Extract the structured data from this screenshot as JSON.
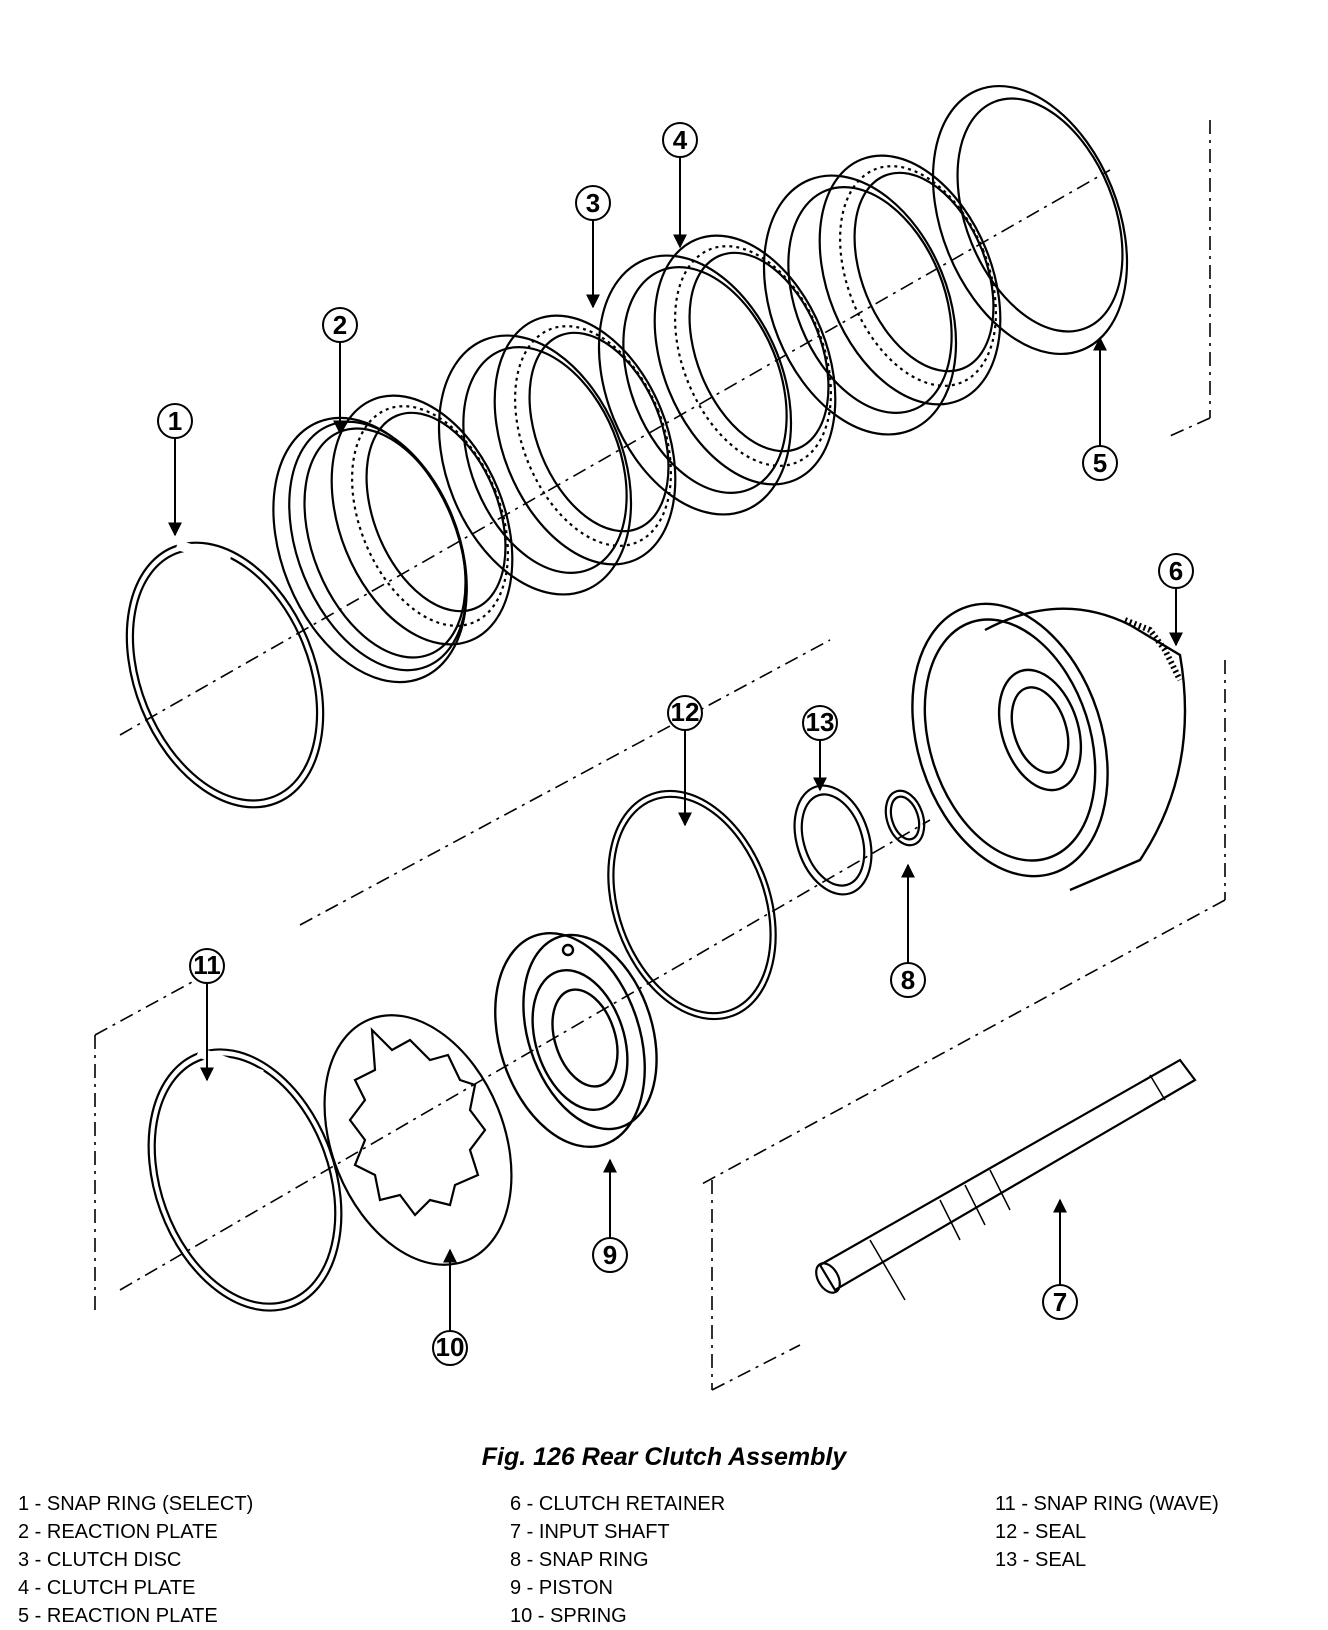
{
  "figure": {
    "caption": "Fig. 126 Rear Clutch Assembly"
  },
  "callouts": [
    "1",
    "2",
    "3",
    "4",
    "5",
    "6",
    "7",
    "8",
    "9",
    "10",
    "11",
    "12",
    "13"
  ],
  "legend": {
    "col1": [
      "1 - SNAP RING (SELECT)",
      "2 - REACTION PLATE",
      "3 - CLUTCH DISC",
      "4 - CLUTCH PLATE",
      "5 - REACTION PLATE"
    ],
    "col2": [
      "6 - CLUTCH RETAINER",
      "7 - INPUT SHAFT",
      "8 - SNAP RING",
      "9 - PISTON",
      "10 - SPRING"
    ],
    "col3": [
      "11 - SNAP RING (WAVE)",
      "12 - SEAL",
      "13 - SEAL"
    ]
  }
}
